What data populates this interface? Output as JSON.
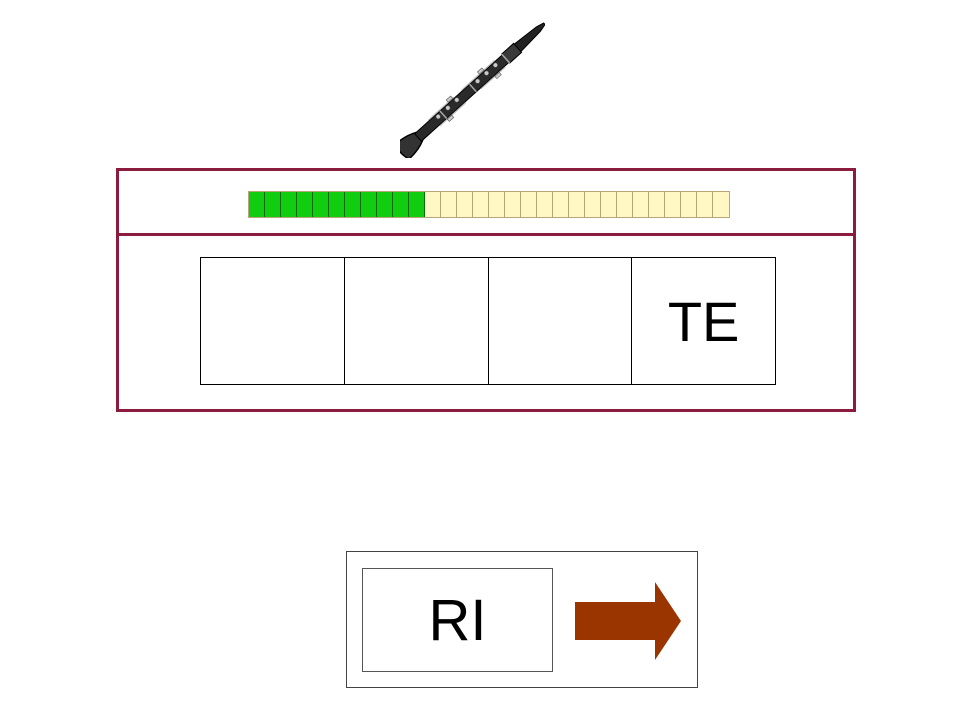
{
  "prompt": {
    "icon": "clarinet-icon"
  },
  "progress": {
    "total_segments": 30,
    "completed_segments": 11,
    "fraction": 0.367,
    "done_color": "#11cc11",
    "todo_color": "#fff8c4"
  },
  "slots": [
    "",
    "",
    "",
    "TE"
  ],
  "tray": {
    "tile_label": "RI",
    "arrow_icon": "arrow-right-icon",
    "arrow_color": "#9b3500"
  },
  "colors": {
    "frame": "#8b1c3d"
  }
}
